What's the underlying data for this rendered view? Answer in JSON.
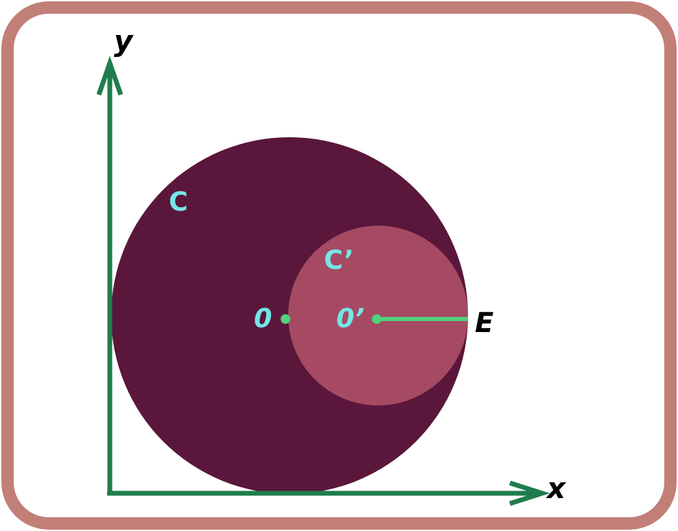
{
  "colors": {
    "frame": "#c17f78",
    "background": "#ffffff",
    "axis": "#1f7d4c",
    "big_circle": "#5a173b",
    "small_circle": "#a64a63",
    "radius_line": "#4fd17e",
    "point": "#4fd17e",
    "label_cyan": "#74e6e8",
    "label_black": "#000000"
  },
  "axes": {
    "x_label": "x",
    "y_label": "y"
  },
  "labels": {
    "big_circle": "C",
    "small_circle": "C’",
    "big_center": "0",
    "small_center": "0’",
    "edge_point": "E"
  }
}
